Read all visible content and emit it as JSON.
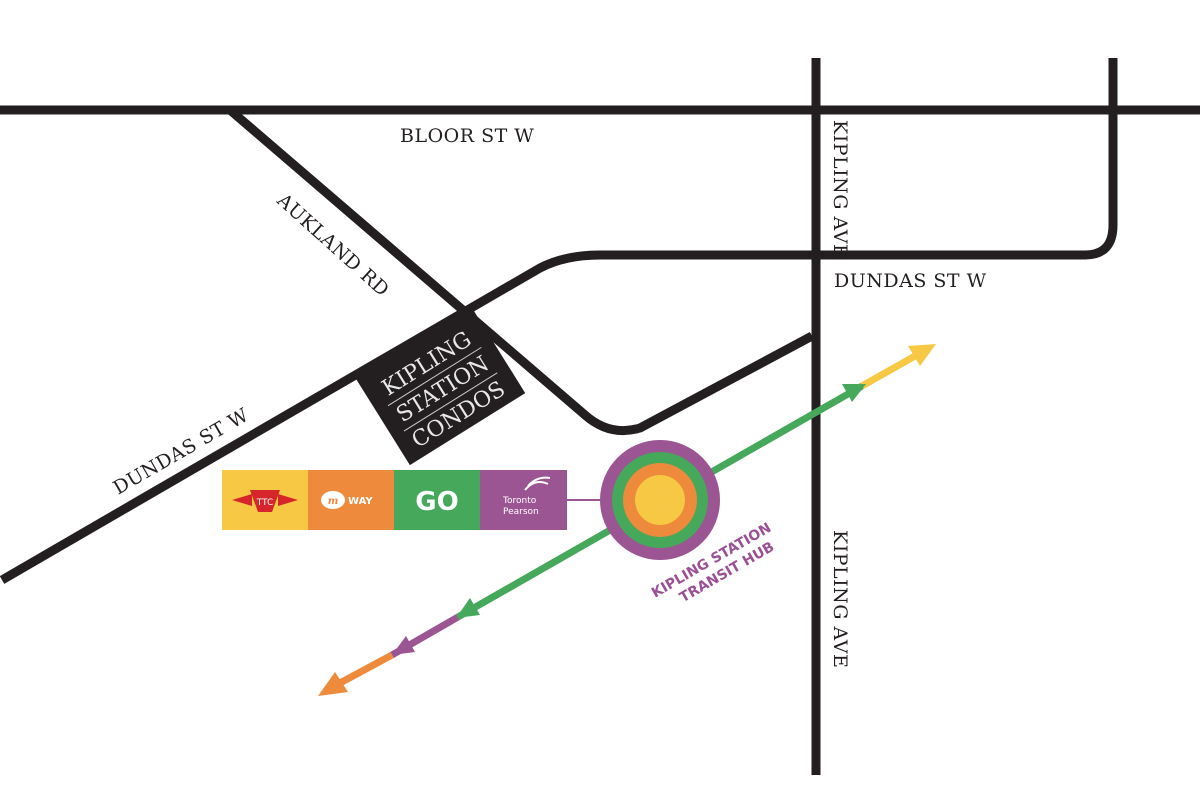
{
  "roads": {
    "bloor": "BLOOR ST W",
    "kipling_north": "KIPLING AVE",
    "kipling_south": "KIPLING AVE",
    "dundas_east": "DUNDAS ST W",
    "dundas_west": "DUNDAS ST W",
    "aukland": "AUKLAND RD"
  },
  "condo": {
    "line1": "KIPLING",
    "line2": "STATION",
    "line3": "CONDOS"
  },
  "hub": {
    "line1": "KIPLING STATION",
    "line2": "TRANSIT HUB"
  },
  "logos": {
    "ttc": "TTC",
    "miway": "WAY",
    "go": "GO",
    "pearson_line1": "Toronto",
    "pearson_line2": "Pearson"
  },
  "colors": {
    "road": "#231f20",
    "yellow": "#f6c843",
    "orange": "#ee8a3c",
    "green": "#45a85a",
    "purple": "#9b5592",
    "ttc_red": "#d6262c"
  }
}
